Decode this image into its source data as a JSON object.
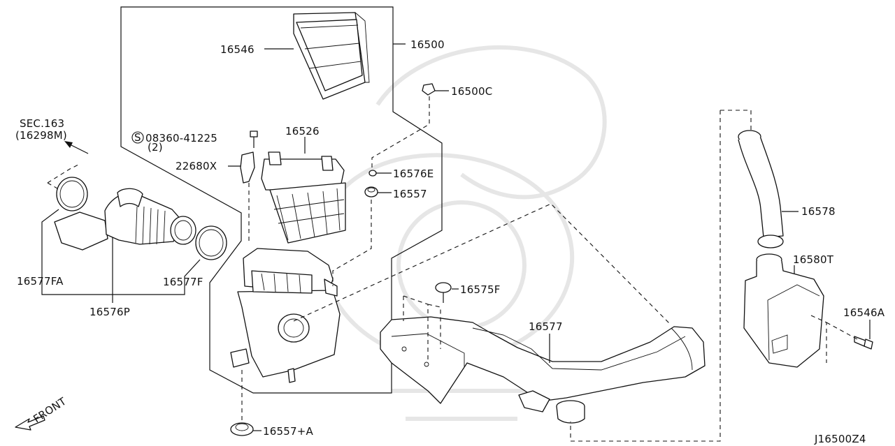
{
  "colors": {
    "line": "#111111",
    "background": "#ffffff",
    "watermark": "#e6e6e6"
  },
  "labels": {
    "p16500": "16500",
    "p16546": "16546",
    "p16500C": "16500C",
    "p16526": "16526",
    "p08360": "08360-41225",
    "p08360_qty": "(2)",
    "p08360_symbol": "S",
    "p22680X": "22680X",
    "p16576E": "16576E",
    "p16557": "16557",
    "sec163": "SEC.163",
    "sec163_sub": "(16298M)",
    "p16577FA": "16577FA",
    "p16577F": "16577F",
    "p16576P": "16576P",
    "p16575F": "16575F",
    "p16577": "16577",
    "p16578": "16578",
    "p16580T": "16580T",
    "p16546A": "16546A",
    "p16557A": "16557+A",
    "front": "FRONT",
    "diagram_id": "J16500Z4"
  }
}
